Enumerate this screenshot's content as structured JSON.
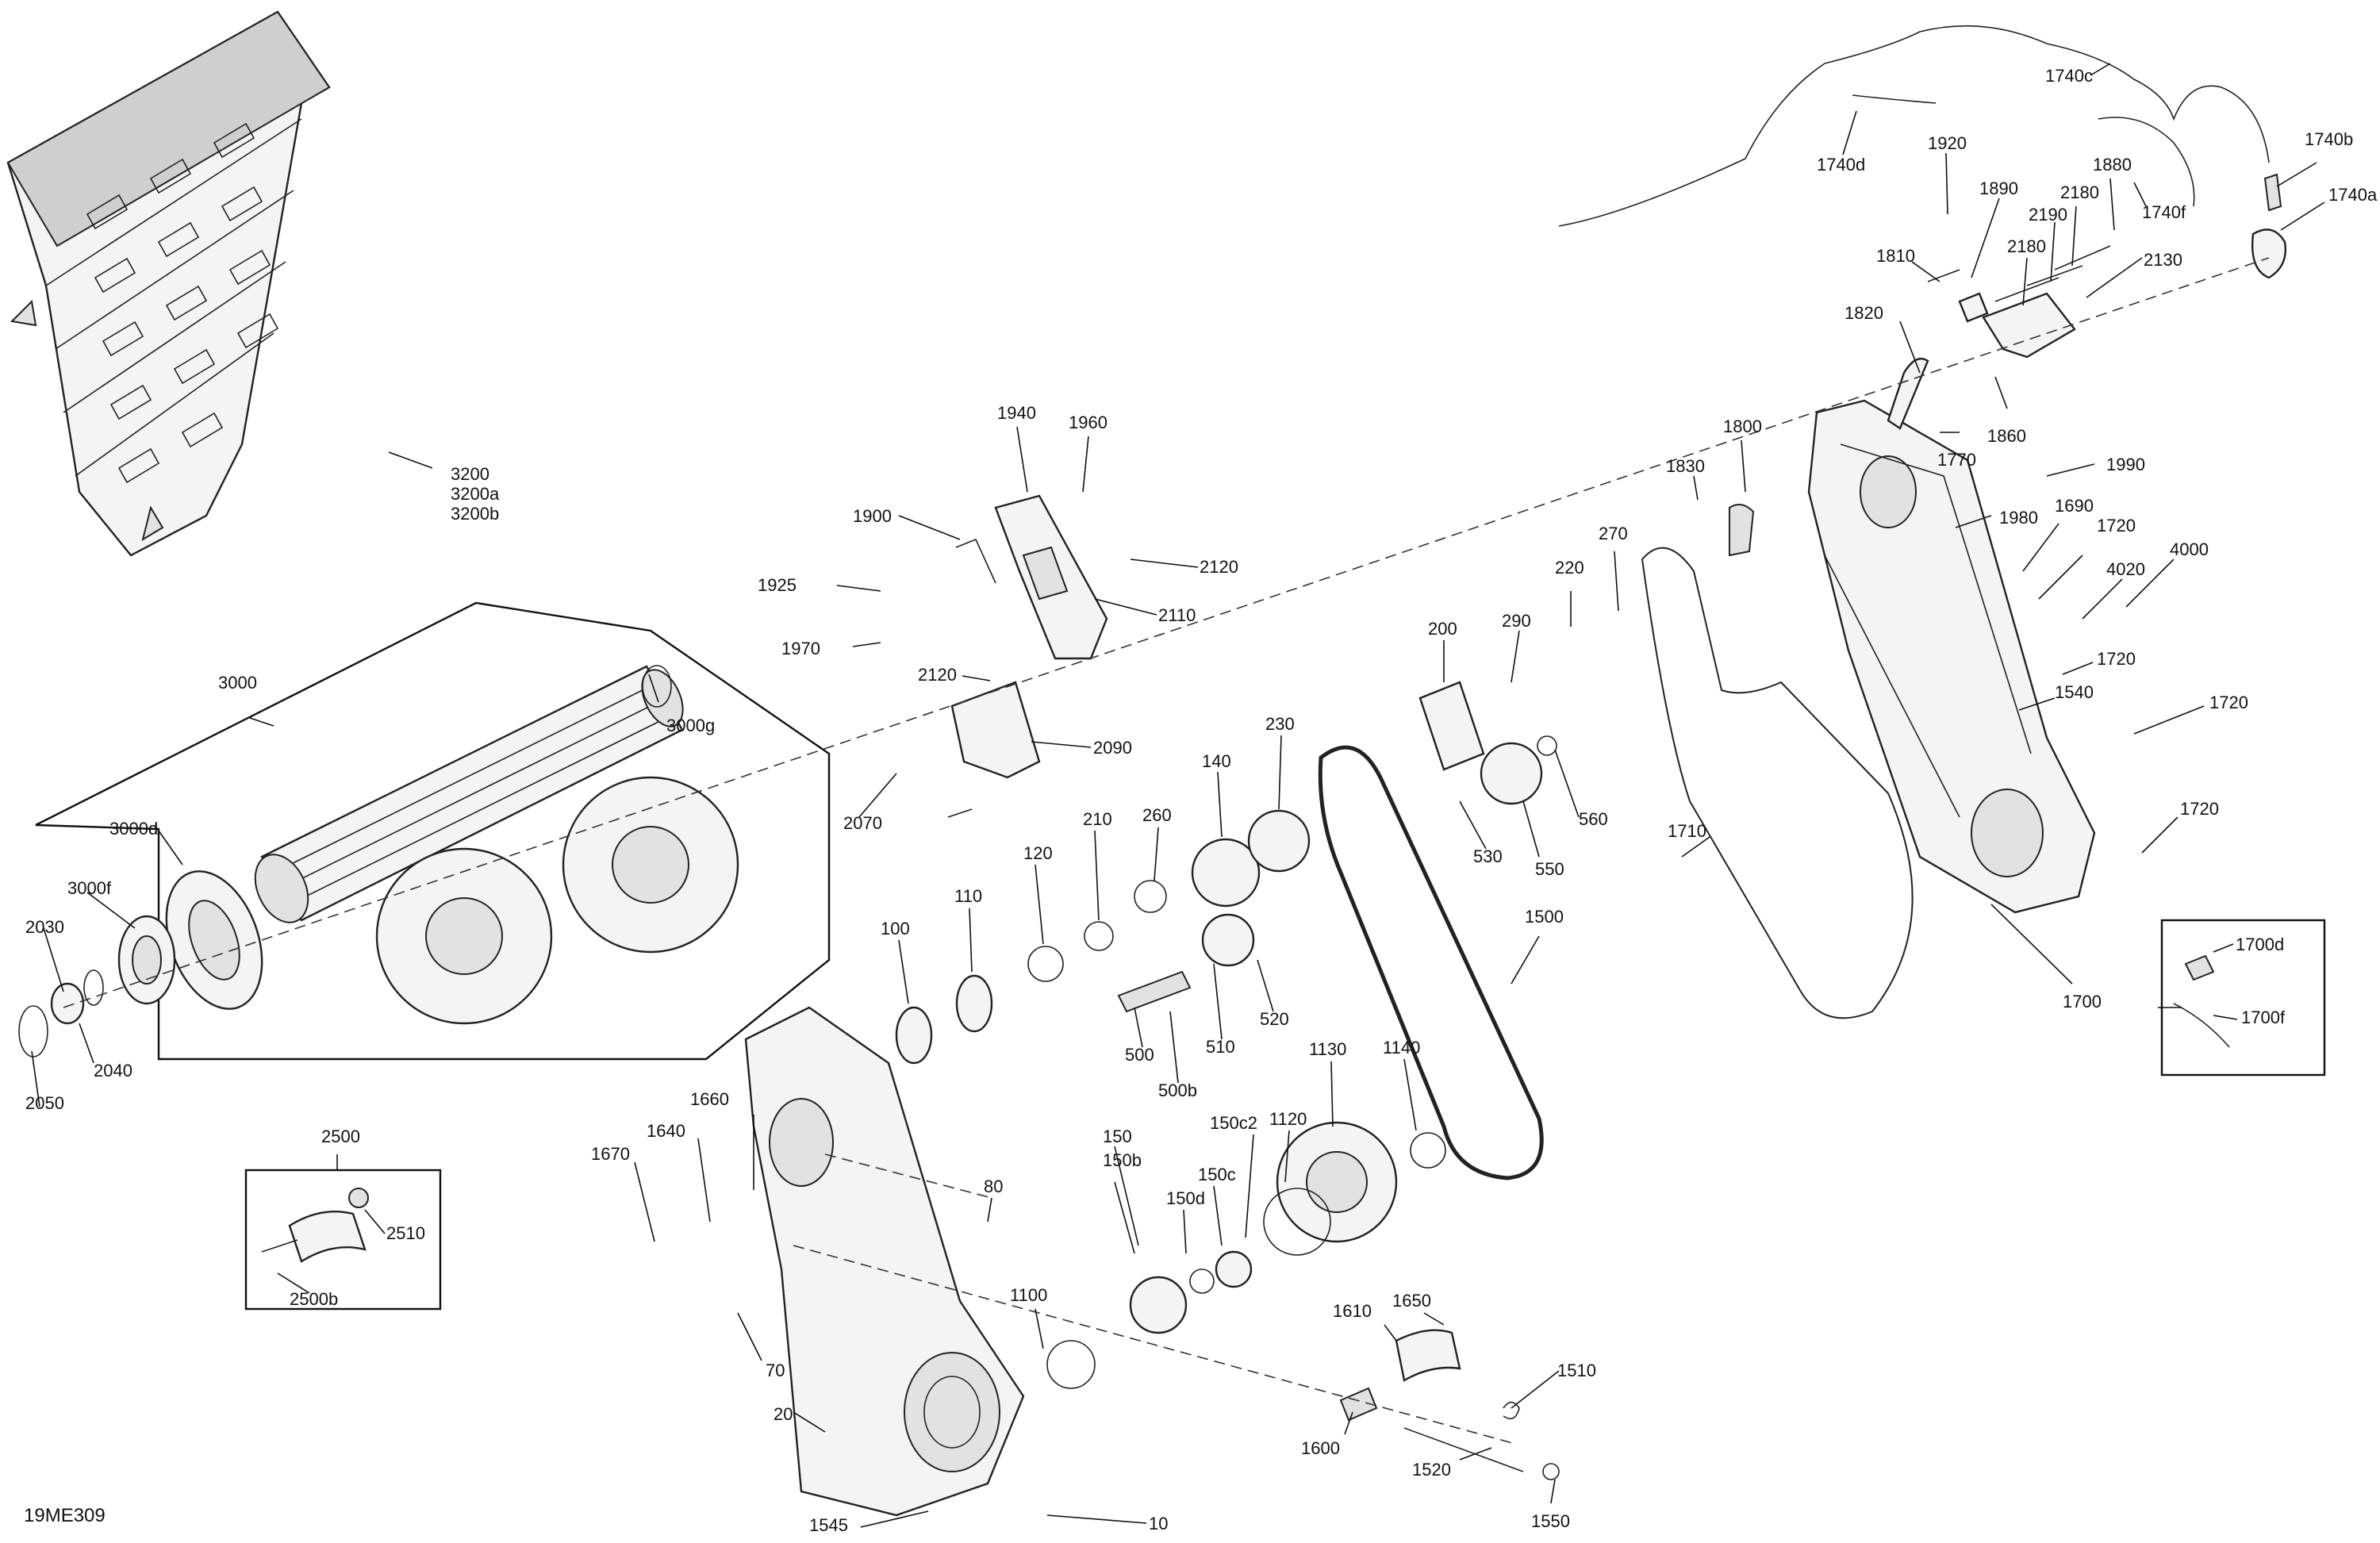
{
  "diagram_code": "19ME309",
  "labels": [
    "3200",
    "3200a",
    "3200b",
    "3000",
    "3000g",
    "3000d",
    "3000f",
    "2030",
    "2040",
    "2050",
    "1940",
    "1960",
    "1900",
    "1925",
    "1970",
    "2120",
    "2110",
    "2120",
    "2090",
    "2070",
    "100",
    "110",
    "120",
    "210",
    "260",
    "140",
    "230",
    "500",
    "500b",
    "510",
    "520",
    "200",
    "290",
    "220",
    "270",
    "530",
    "550",
    "560",
    "1500",
    "1710",
    "1830",
    "1800",
    "1740c",
    "1740d",
    "1920",
    "1890",
    "1880",
    "2180",
    "2190",
    "2180",
    "2130",
    "1740b",
    "1740a",
    "1740f",
    "1810",
    "1820",
    "1860",
    "1770",
    "1990",
    "1980",
    "1690",
    "1720",
    "4000",
    "4020",
    "1720",
    "1540",
    "1720",
    "1720",
    "1700",
    "1700d",
    "1700f",
    "2500",
    "2510",
    "2500b",
    "1670",
    "1640",
    "1660",
    "80",
    "70",
    "20",
    "1545",
    "10",
    "1100",
    "150",
    "150b",
    "150d",
    "150c",
    "150c2",
    "1120",
    "1130",
    "1140",
    "1610",
    "1650",
    "1600",
    "1510",
    "1520",
    "1550"
  ]
}
